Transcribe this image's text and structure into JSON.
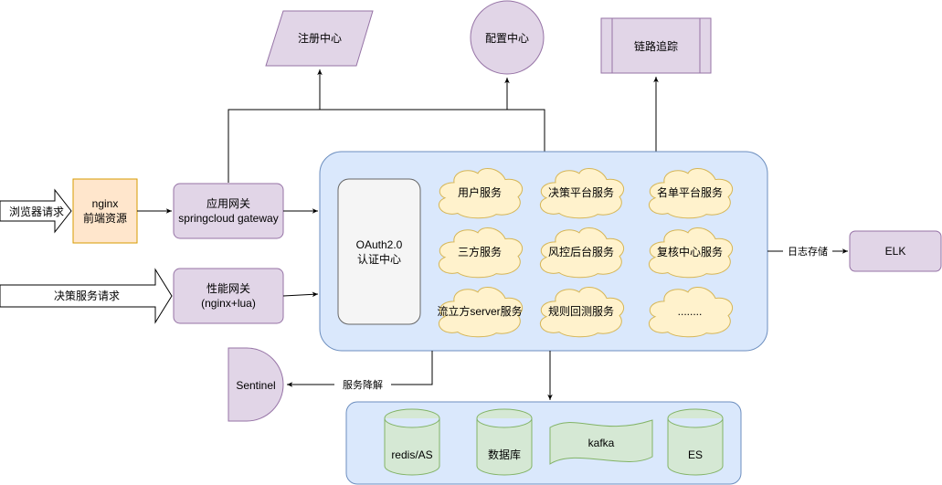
{
  "nodes": {
    "registry": "注册中心",
    "config": "配置中心",
    "tracing": "链路追踪",
    "browser_request": "浏览器请求",
    "decision_request": "决策服务请求",
    "nginx_line1": "nginx",
    "nginx_line2": "前端资源",
    "gateway_line1": "应用网关",
    "gateway_line2": "springcloud gateway",
    "perf_gateway_line1": "性能网关",
    "perf_gateway_line2": "(nginx+lua)",
    "oauth_line1": "OAuth2.0",
    "oauth_line2": "认证中心",
    "elk": "ELK",
    "sentinel": "Sentinel"
  },
  "services": [
    "用户服务",
    "决策平台服务",
    "名单平台服务",
    "三方服务",
    "风控后台服务",
    "复核中心服务",
    "流立方server服务",
    "规则回测服务",
    "........"
  ],
  "storage": [
    "redis/AS",
    "数据库",
    "kafka",
    "ES"
  ],
  "edge_labels": {
    "log_storage": "日志存储",
    "service_degrade": "服务降解"
  },
  "colors": {
    "purple_fill": "#e1d5e7",
    "purple_stroke": "#9673a6",
    "blue_fill": "#dae8fc",
    "blue_stroke": "#6c8ebf",
    "cloud_fill": "#fff2cc",
    "cloud_stroke": "#d6b656",
    "green_fill": "#d5e8d4",
    "green_stroke": "#82b366",
    "orange_fill": "#ffe6cc",
    "orange_stroke": "#d79b00",
    "gray_fill": "#f5f5f5",
    "gray_stroke": "#666666"
  }
}
